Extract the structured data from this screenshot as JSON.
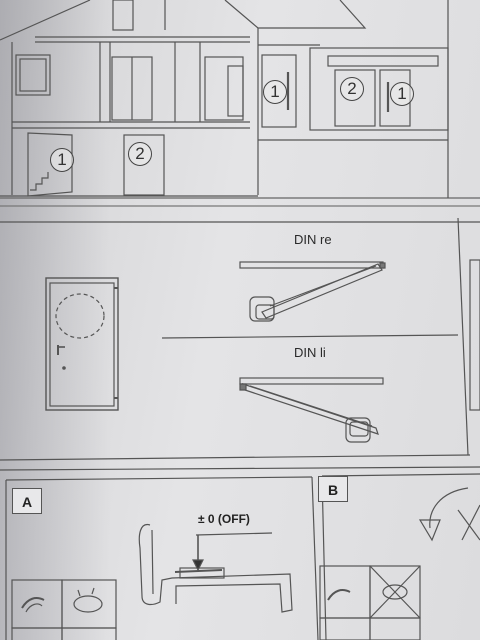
{
  "house_labels": {
    "n1_top_right": "1",
    "n2_top_right": "2",
    "n1_far_right": "1",
    "n1_bottom_left": "1",
    "n2_bottom_middle": "2"
  },
  "din": {
    "right_label": "DIN re",
    "left_label": "DIN li"
  },
  "sections": {
    "a_label": "A",
    "b_label": "B"
  },
  "setting": {
    "off_label": "± 0 (OFF)"
  }
}
